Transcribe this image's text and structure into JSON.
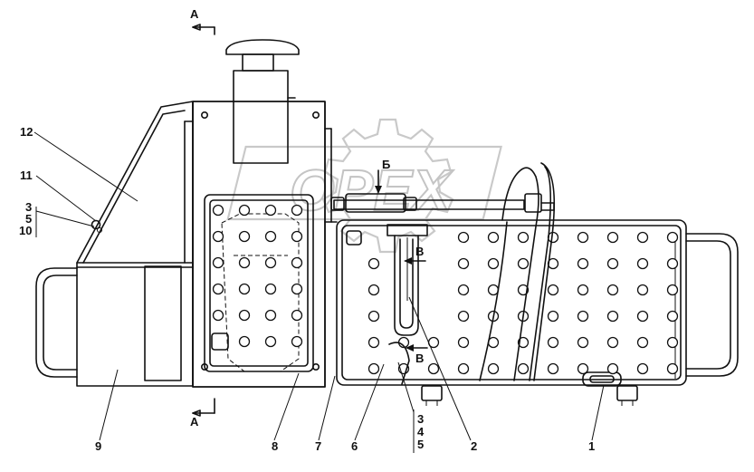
{
  "section_marks": {
    "a_top": "А",
    "a_bottom": "А",
    "b": "Б",
    "v_upper": "В",
    "v_lower": "В"
  },
  "callouts": {
    "c1": "1",
    "c2": "2",
    "c6": "6",
    "c7": "7",
    "c8": "8",
    "c9": "9",
    "c11": "11",
    "c12": "12",
    "stack_left": [
      "3",
      "5",
      "10"
    ],
    "stack_bottom": [
      "3",
      "4",
      "5"
    ]
  },
  "watermark": {
    "text": "OPEX",
    "icon": "gear-logo",
    "color": "#c9c9c9"
  }
}
